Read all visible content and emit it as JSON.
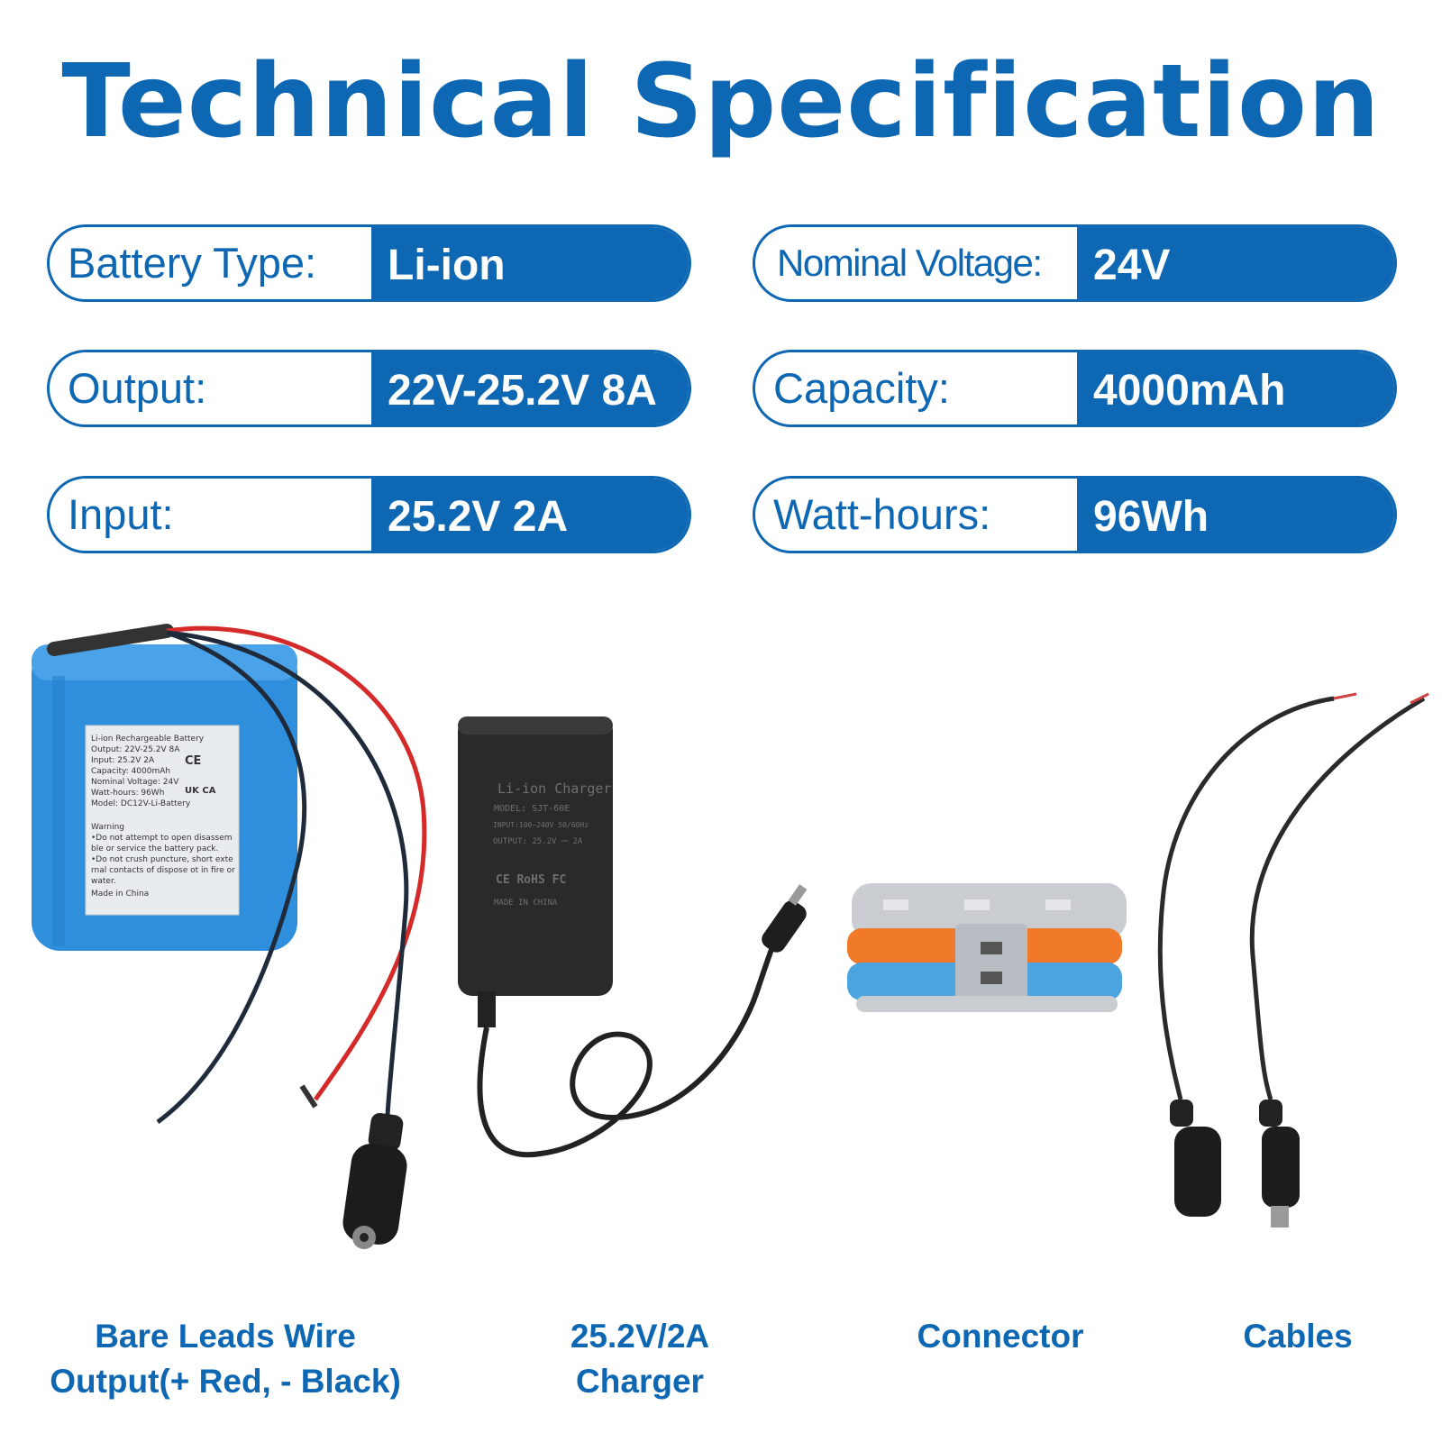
{
  "title": "Technical Specification",
  "specs": {
    "left": [
      {
        "label": "Battery Type:",
        "value": "Li-ion"
      },
      {
        "label": "Output:",
        "value": "22V-25.2V 8A"
      },
      {
        "label": "Input:",
        "value": "25.2V 2A"
      }
    ],
    "right": [
      {
        "label": "Nominal Voltage:",
        "value": "24V"
      },
      {
        "label": "Capacity:",
        "value": "4000mAh"
      },
      {
        "label": "Watt-hours:",
        "value": "96Wh"
      }
    ]
  },
  "battery_label": {
    "lines": [
      "Li-ion Rechargeable Battery",
      "Output: 22V-25.2V 8A",
      "Input: 25.2V 2A",
      "Capacity: 4000mAh",
      "Nominal Voltage: 24V",
      "Watt-hours: 96Wh",
      "Model: DC12V-Li-Battery"
    ],
    "warning": [
      "Warning",
      "•Do not attempt to open disassem",
      "ble or service the battery pack.",
      "•Do not crush puncture, short exte",
      "rnal contacts of dispose ot in fire or",
      "water.",
      "Made in China"
    ],
    "marks": [
      "CE",
      "UK CA"
    ]
  },
  "charger_label": {
    "lines": [
      "Li-ion Charger",
      "MODEL: SJT-60E",
      "INPUT:100~240V 50/60Hz",
      "OUTPUT: 25.2V ⎓ 2A",
      "CE RoHS FC",
      "MADE IN CHINA"
    ]
  },
  "captions": {
    "battery": [
      "Bare Leads Wire",
      "Output(+ Red, - Black)"
    ],
    "charger": [
      "25.2V/2A",
      "Charger"
    ],
    "connector": [
      "Connector"
    ],
    "cables": [
      "Cables"
    ]
  },
  "colors": {
    "brand": "#0e67b2",
    "battery": "#2f8fdc",
    "charger": "#2a2a2a",
    "orange": "#f07a2a",
    "blue_lever": "#4ba3e0"
  }
}
